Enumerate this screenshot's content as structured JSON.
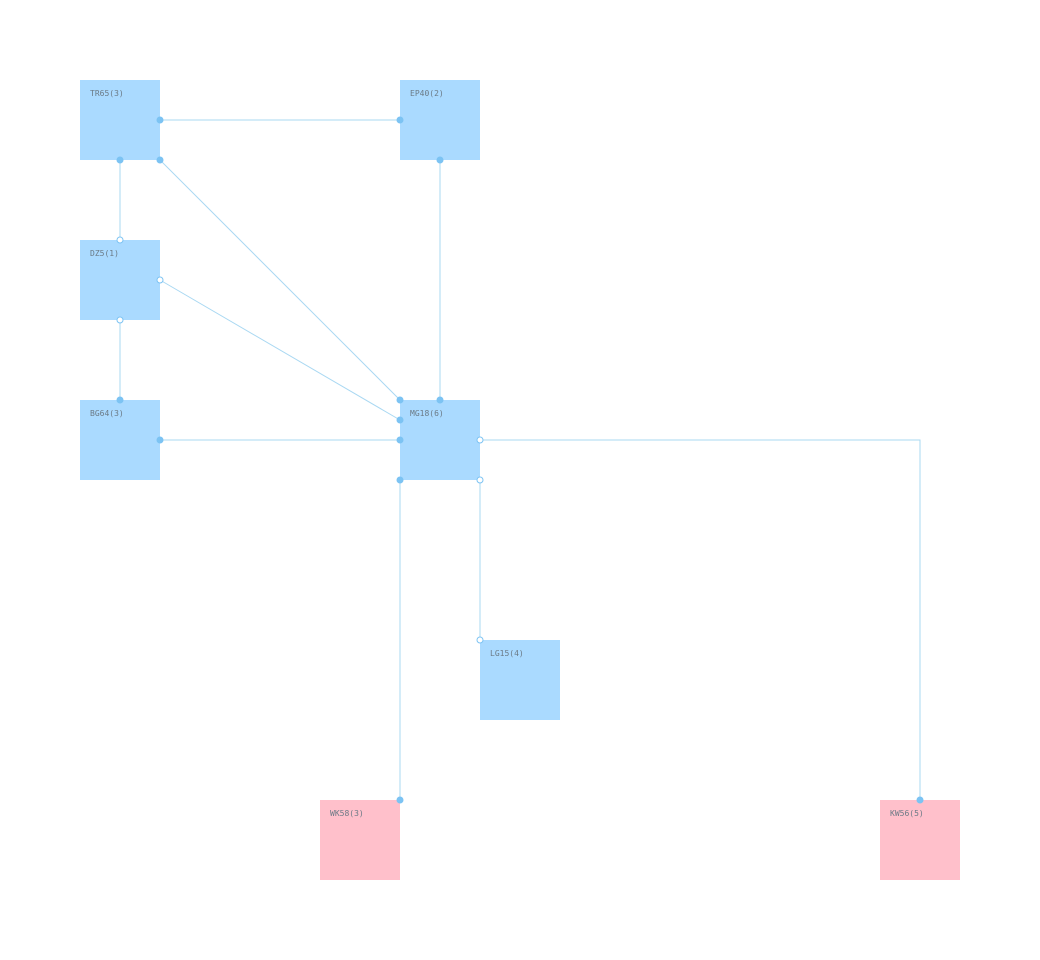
{
  "colors": {
    "default_node": "#aadaff",
    "highlight_node": "#ffc0cb",
    "edge": "#a9d8f2",
    "port": "#7cc3f3"
  },
  "nodes": [
    {
      "id": "TR65",
      "label": "TR65(3)",
      "color": "#aadaff"
    },
    {
      "id": "EP40",
      "label": "EP40(2)",
      "color": "#aadaff"
    },
    {
      "id": "DZ5",
      "label": "DZ5(1)",
      "color": "#aadaff"
    },
    {
      "id": "BG64",
      "label": "BG64(3)",
      "color": "#aadaff"
    },
    {
      "id": "MG18",
      "label": "MG18(6)",
      "color": "#aadaff"
    },
    {
      "id": "LG15",
      "label": "LG15(4)",
      "color": "#aadaff"
    },
    {
      "id": "WK58",
      "label": "WK58(3)",
      "color": "#ffc0cb"
    },
    {
      "id": "KW56",
      "label": "KW56(5)",
      "color": "#ffc0cb"
    }
  ],
  "edges": [
    {
      "from": "TR65",
      "to": "EP40"
    },
    {
      "from": "TR65",
      "to": "DZ5"
    },
    {
      "from": "TR65",
      "to": "MG18"
    },
    {
      "from": "EP40",
      "to": "MG18"
    },
    {
      "from": "DZ5",
      "to": "MG18"
    },
    {
      "from": "DZ5",
      "to": "BG64"
    },
    {
      "from": "BG64",
      "to": "MG18"
    },
    {
      "from": "MG18",
      "to": "KW56"
    },
    {
      "from": "MG18",
      "to": "LG15"
    },
    {
      "from": "MG18",
      "to": "WK58"
    }
  ]
}
